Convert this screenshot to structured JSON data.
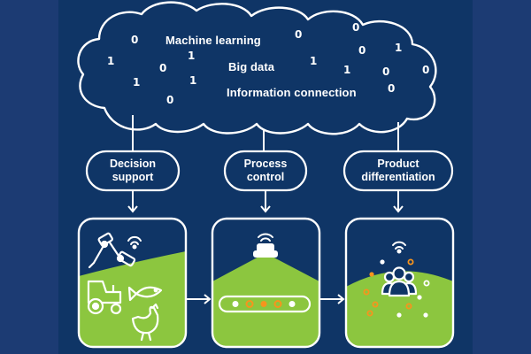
{
  "cloud": {
    "lines": [
      "Machine learning",
      "Big data",
      "Information connection"
    ],
    "digits": [
      "0",
      "0",
      "0",
      "1",
      "1",
      "0",
      "1",
      "0",
      "1",
      "1",
      "0",
      "1",
      "0",
      "0",
      "1",
      "0"
    ]
  },
  "steps": [
    {
      "label_line1": "Decision",
      "label_line2": "support"
    },
    {
      "label_line1": "Process",
      "label_line2": "control"
    },
    {
      "label_line1": "Product",
      "label_line2": "differentiation"
    }
  ],
  "colors": {
    "page_background": "#1c3b73",
    "panel_background": "#0f3566",
    "line": "#ffffff",
    "field_green": "#8cc63f",
    "dot_orange": "#f7941d"
  },
  "icons": {
    "panel1": [
      "robot-arm-icon",
      "wifi-icon",
      "tractor-icon",
      "fish-icon",
      "chicken-icon"
    ],
    "panel2": [
      "sensor-icon",
      "conveyor-belt-icon"
    ],
    "panel3": [
      "wifi-icon",
      "people-group-icon"
    ]
  }
}
